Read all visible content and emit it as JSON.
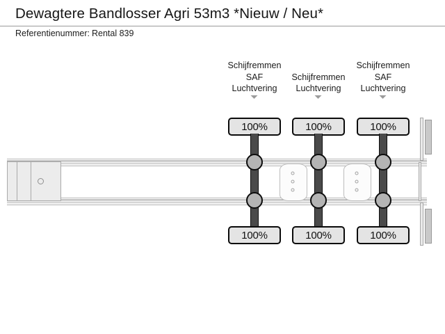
{
  "header": {
    "title": "Dewagtere Bandlosser Agri 53m3 *Nieuw / Neu*",
    "reference_label": "Referentienummer:",
    "reference_value": "Rental 839"
  },
  "diagram": {
    "view": "trailer-side-elevation",
    "axle_count": 3,
    "axles": [
      {
        "id": "axle-1",
        "label_lines": [
          "Schijfremmen",
          "SAF",
          "Luchtvering"
        ],
        "arrow_icon": "chevron-down-icon",
        "top_tread": "100%",
        "bottom_tread": "100%"
      },
      {
        "id": "axle-2",
        "label_lines": [
          "Schijfremmen",
          "Luchtvering"
        ],
        "arrow_icon": "chevron-down-icon",
        "top_tread": "100%",
        "bottom_tread": "100%"
      },
      {
        "id": "axle-3",
        "label_lines": [
          "Schijfremmen",
          "SAF",
          "Luchtvering"
        ],
        "arrow_icon": "chevron-down-icon",
        "top_tread": "100%",
        "bottom_tread": "100%"
      }
    ],
    "hanger_bracket_bolt_count": 3,
    "hanger_bracket_count": 2,
    "front_assembly": "kingpin-plate",
    "rear_assembly": "underrun-bumper"
  },
  "colors": {
    "page_background": "#ffffff",
    "text": "#1a1a1a",
    "divider": "#9a9a9a",
    "chassis_rail": "#e9e9e9",
    "axle_stem": "#4a4a4a",
    "wheel_hub": "#b4b4b4",
    "tread_box_fill": "#e4e4e4",
    "tread_box_border": "#0a0a0a",
    "arrow": "#9b9b9b"
  }
}
